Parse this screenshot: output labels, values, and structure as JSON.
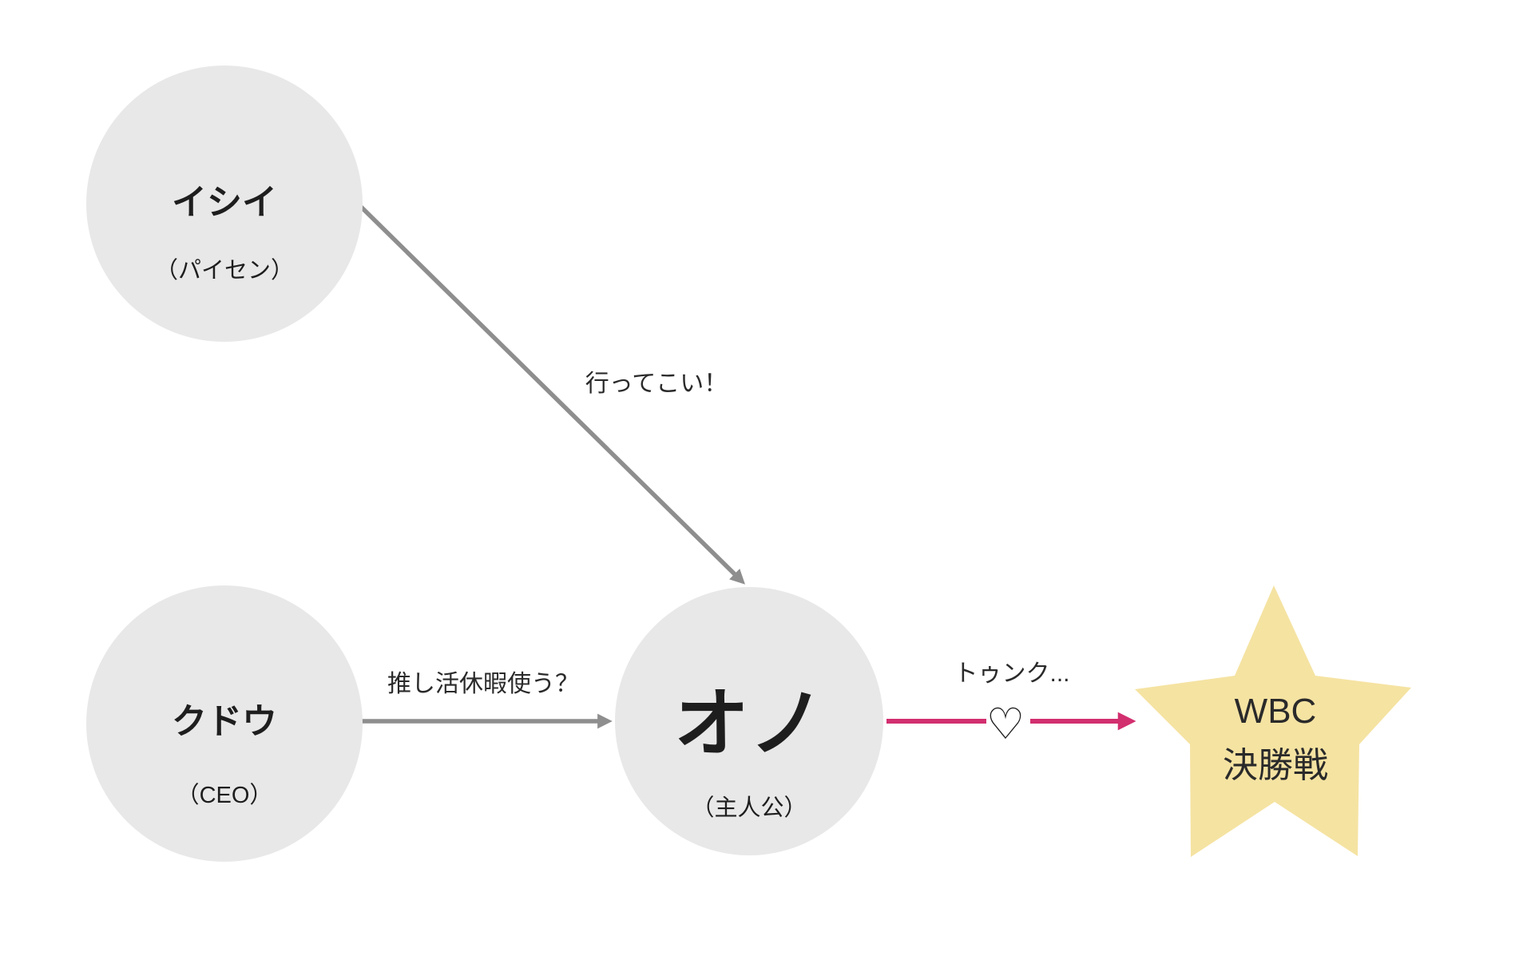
{
  "diagram": {
    "kind": "relationship-diagram",
    "background": "#ffffff",
    "colors": {
      "node_fill": "#e8e8e8",
      "arrow_gray": "#8e8e8e",
      "arrow_pink": "#d22f6f",
      "star_fill": "#f5e3a2",
      "text": "#1e1e1e"
    },
    "nodes": {
      "ishii": {
        "name": "イシイ",
        "role": "（パイセン）"
      },
      "kudo": {
        "name": "クドウ",
        "role": "（CEO）"
      },
      "ono": {
        "name": "オノ",
        "role": "（主人公）"
      }
    },
    "goal": {
      "shape": "star",
      "line1": "WBC",
      "line2": "決勝戦"
    },
    "edges": {
      "ishii_to_ono": {
        "label": "行ってこい！"
      },
      "kudo_to_ono": {
        "label": "推し活休暇使う？"
      },
      "ono_to_goal": {
        "label": "トゥンク...",
        "heart": "♡"
      }
    }
  }
}
